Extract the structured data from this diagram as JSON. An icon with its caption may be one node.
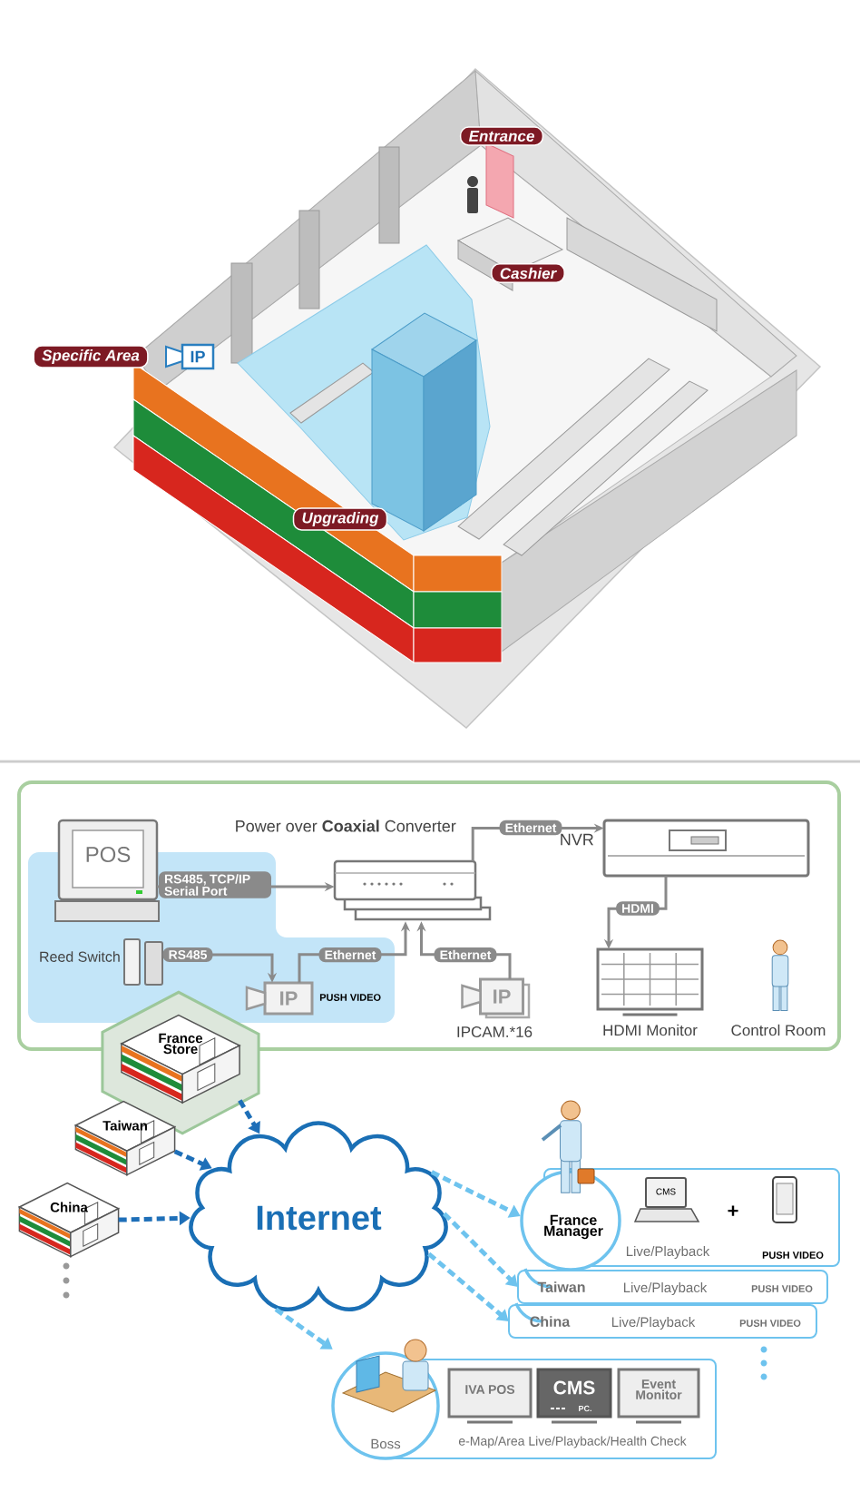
{
  "diagram": {
    "nodes": [
      {
        "text": [
          "POS"
        ]
      },
      {
        "text": [
          "Power over **Coaxial** Converter"
        ]
      },
      {
        "text": [
          "NVR"
        ]
      },
      {
        "text": [
          "Reed Switch"
        ]
      },
      {
        "text": [
          "IP"
        ],
        "beside": [
          "PUSH VIDEO"
        ]
      },
      {
        "text": [
          "IP"
        ],
        "beside": [
          "IPCAM.*16"
        ]
      },
      {
        "text": [
          "HDMI Monitor"
        ]
      },
      {
        "text": [
          "Control Room"
        ]
      },
      {
        "text": [
          "France Store"
        ]
      },
      {
        "text": [
          "Taiwan"
        ]
      },
      {
        "text": [
          "China"
        ]
      },
      {
        "text": [
          "Internet"
        ]
      },
      {
        "text": [
          "France Manager",
          "Live/Playback",
          "PUSH VIDEO"
        ]
      },
      {
        "text": [
          "Taiwan",
          "Live/Playback",
          "PUSH VIDEO"
        ]
      },
      {
        "text": [
          "China",
          "Live/Playback",
          "PUSH VIDEO"
        ]
      },
      {
        "text": [
          "Boss",
          "e-Map/Area Live/Playback/Health Check"
        ]
      },
      {
        "text": [
          "IVA POS"
        ],
        "in": 15
      },
      {
        "text": [
          "CMS",
          "PC."
        ],
        "in": 15
      },
      {
        "text": [
          "Event Monitor"
        ],
        "in": 15
      }
    ],
    "edges": [
      {
        "from": 0,
        "to": 1,
        "arrow": "to",
        "label": "RS485, TCP/IP Serial Port",
        "color": "#8a8a8a"
      },
      {
        "from": 3,
        "to": 4,
        "arrow": "to",
        "label": "RS485",
        "color": "#8a8a8a"
      },
      {
        "from": 4,
        "to": 1,
        "arrow": "to",
        "label": "Ethernet",
        "color": "#8a8a8a"
      },
      {
        "from": 5,
        "to": 1,
        "arrow": "to",
        "label": "Ethernet",
        "color": "#8a8a8a"
      },
      {
        "from": 1,
        "to": 2,
        "arrow": "to",
        "label": "Ethernet",
        "color": "#8a8a8a"
      },
      {
        "from": 2,
        "to": 6,
        "arrow": "to",
        "label": "HDMI",
        "color": "#8a8a8a"
      },
      {
        "from": 8,
        "to": 11,
        "arrow": "to",
        "style": "dashed",
        "color": "#1e6fb8"
      },
      {
        "from": 9,
        "to": 11,
        "arrow": "to",
        "style": "dashed",
        "color": "#1e6fb8"
      },
      {
        "from": 10,
        "to": 11,
        "arrow": "to",
        "style": "dashed",
        "color": "#1e6fb8"
      },
      {
        "from": 11,
        "to": 12,
        "arrow": "to",
        "style": "dashed",
        "color": "#6ec3ee"
      },
      {
        "from": 11,
        "to": 13,
        "arrow": "to",
        "style": "dashed",
        "color": "#6ec3ee"
      },
      {
        "from": 11,
        "to": 14,
        "arrow": "to",
        "style": "dashed",
        "color": "#6ec3ee"
      },
      {
        "from": 11,
        "to": 15,
        "arrow": "to",
        "style": "dashed",
        "color": "#6ec3ee"
      }
    ],
    "labels": [
      "Entrance",
      "Cashier",
      "Specific Area",
      "IP",
      "Upgrading",
      "CMS",
      "+"
    ]
  }
}
